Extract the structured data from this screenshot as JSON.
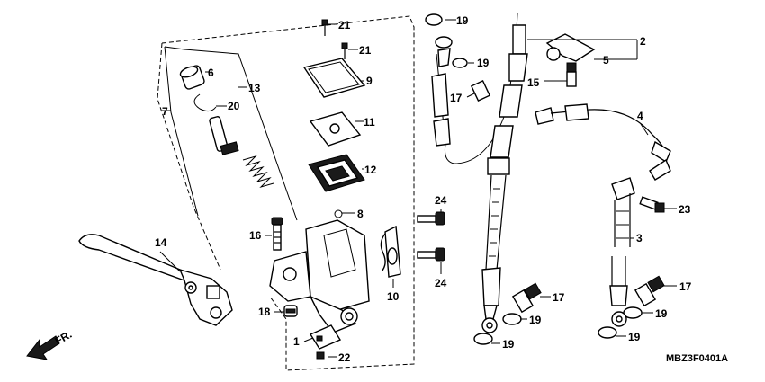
{
  "diagram": {
    "callouts": [
      "19",
      "2",
      "21",
      "21",
      "6",
      "13",
      "19",
      "5",
      "9",
      "17",
      "15",
      "7",
      "20",
      "11",
      "4",
      "12",
      "24",
      "8",
      "23",
      "16",
      "14",
      "3",
      "10",
      "24",
      "17",
      "17",
      "18",
      "19",
      "19",
      "1",
      "19",
      "19",
      "22"
    ],
    "orientation_label": "FR.",
    "drawing_code": "MBZ3F0401A"
  },
  "colors": {
    "ink": "#000000",
    "paper": "#ffffff"
  }
}
